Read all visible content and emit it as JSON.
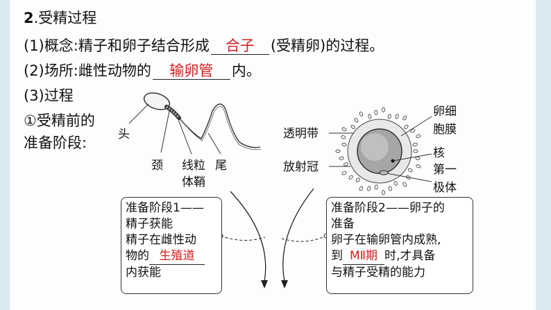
{
  "heading": {
    "number": "2",
    "title": ".受精过程"
  },
  "concept": {
    "prefix": "(1)概念:精子和卵子结合形成",
    "answer": "合子",
    "suffix": "(受精卵)的过程。"
  },
  "place": {
    "prefix": "(2)场所:雌性动物的",
    "answer": "输卵管",
    "suffix": "内。"
  },
  "process": {
    "title": "(3)过程"
  },
  "stage": {
    "line1": "①受精前的",
    "line2": "准备阶段:"
  },
  "sperm_labels": {
    "head": "头",
    "neck": "颈",
    "sheath_line1": "线粒",
    "sheath_line2": "体鞘",
    "tail": "尾"
  },
  "egg_labels": {
    "zona": "透明带",
    "corona": "放射冠",
    "membrane_line1": "卵细",
    "membrane_line2": "胞膜",
    "nucleus": "核",
    "polar_line1": "第一",
    "polar_line2": "极体"
  },
  "box1": {
    "title": "准备阶段1——",
    "line2": "精子获能",
    "line3": "精子在雌性动",
    "line4_prefix": "物的",
    "answer": "生殖道",
    "line5": "内获能"
  },
  "box2": {
    "title": "准备阶段2——卵子的",
    "line2": "准备",
    "line3": "卵子在输卵管内成熟,",
    "line4_prefix": "到",
    "answer": "MⅡ期",
    "line4_suffix": "时,才具备",
    "line5": "与精子受精的能力"
  },
  "colors": {
    "answer": "#d81e1e",
    "text": "#111111"
  }
}
